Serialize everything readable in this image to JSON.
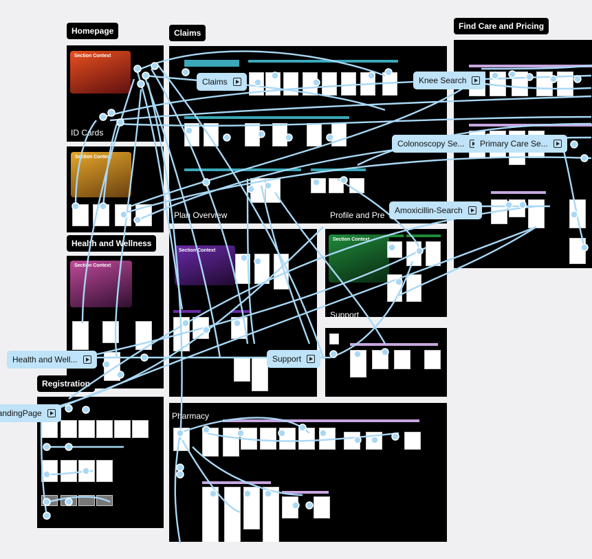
{
  "sections": {
    "homepage": "Homepage",
    "claims": "Claims",
    "find_care": "Find Care and Pricing",
    "id_cards": "ID Cards",
    "health_wellness": "Health and Wellness",
    "registration": "Registration",
    "plan_overview": "Plan Overview",
    "profile": "Profile and Pre",
    "support": "Support",
    "pharmacy": "Pharmacy"
  },
  "context_cards": {
    "title": "Section Context"
  },
  "flows": {
    "claims": "Claims",
    "knee": "Knee Search",
    "colonoscopy": "Colonoscopy Se...",
    "primary_care": "Primary Care Se...",
    "amoxicillin": "Amoxicillin-Search",
    "health_wellness": "Health and Well...",
    "support": "Support",
    "landing": "LandingPage"
  },
  "colors": {
    "canvas": "#f0f0f3",
    "frame": "#000000",
    "wire": "#a9d8f5",
    "flow_tag": "#bfe3f8",
    "homepage_ctx": "#e04a1f",
    "idcards_ctx": "#e0a020",
    "wellness_ctx": "#c84a9a",
    "plan_ctx": "#6a2aa8",
    "profile_ctx": "#1f8a3a",
    "claims_bar": "#3aa8b8",
    "find_bar": "#c7a6e0"
  }
}
